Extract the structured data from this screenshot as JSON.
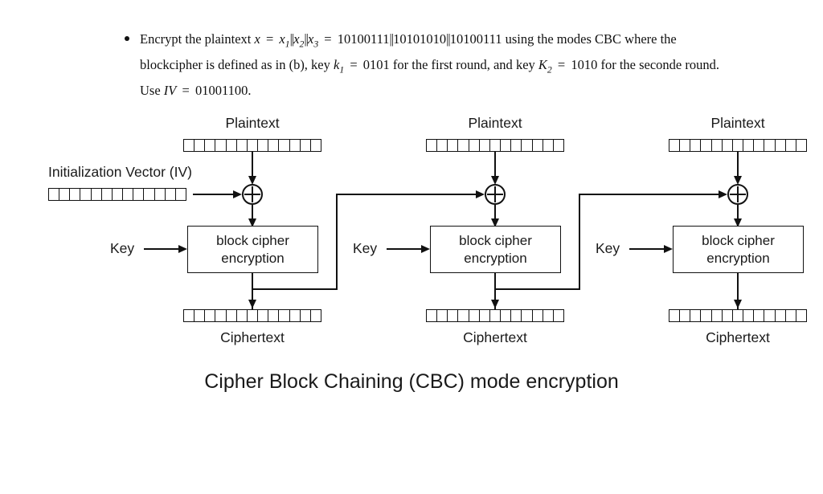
{
  "problem": {
    "bullet_marker": "•",
    "line1_pre": "Encrypt the plaintext ",
    "var_x": "x",
    "eq1": " = ",
    "x1": "x",
    "x1_sub": "1",
    "sep1": "||",
    "x2": "x",
    "x2_sub": "2",
    "sep2": "||",
    "x3": "x",
    "x3_sub": "3",
    "eq2": " = ",
    "block1": "10100111",
    "sep3": "||",
    "block2": "10101010",
    "sep4": "||",
    "block3": "10100111",
    "line1_post": " using the modes",
    "line2_a": "CBC where the blockcipher is defined as in (b), key ",
    "k1": "k",
    "k1_sub": "1",
    "eq3": " = ",
    "k1_val": "0101",
    "line2_b": " for the first round, and",
    "line3_a": "key ",
    "k2": "K",
    "k2_sub": "2",
    "eq4": " = ",
    "k2_val": "1010",
    "line3_b": " for the seconde round. Use ",
    "iv_sym": "IV",
    "eq5": " = ",
    "iv_val": "01001100",
    "period": "."
  },
  "diagram": {
    "caption": "Cipher Block Chaining (CBC) mode encryption",
    "iv_label": "Initialization Vector (IV)",
    "bit_cells": 13,
    "stages": [
      {
        "plaintext_label": "Plaintext",
        "ciphertext_label": "Ciphertext",
        "key_label": "Key",
        "cipher_line1": "block cipher",
        "cipher_line2": "encryption",
        "xor_symbol": "xor-circle"
      },
      {
        "plaintext_label": "Plaintext",
        "ciphertext_label": "Ciphertext",
        "key_label": "Key",
        "cipher_line1": "block cipher",
        "cipher_line2": "encryption",
        "xor_symbol": "xor-circle"
      },
      {
        "plaintext_label": "Plaintext",
        "ciphertext_label": "Ciphertext",
        "key_label": "Key",
        "cipher_line1": "block cipher",
        "cipher_line2": "encryption",
        "xor_symbol": "xor-circle"
      }
    ]
  },
  "colors": {
    "ink": "#1a1a1a",
    "line": "#111111",
    "background": "#ffffff"
  }
}
